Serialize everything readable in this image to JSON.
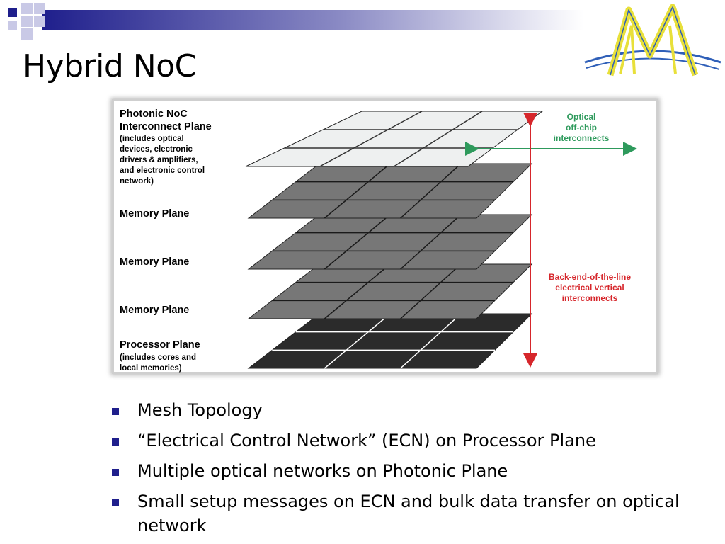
{
  "slide": {
    "title": "Hybrid NoC"
  },
  "figure": {
    "planes": [
      {
        "label_lines": [
          "Photonic NoC",
          "Interconnect Plane"
        ],
        "sub_lines": [
          "(includes optical",
          "devices, electronic",
          "drivers & amplifiers,",
          "and electronic control",
          "network)"
        ]
      },
      {
        "label_lines": [
          "Memory Plane"
        ],
        "sub_lines": []
      },
      {
        "label_lines": [
          "Memory Plane"
        ],
        "sub_lines": []
      },
      {
        "label_lines": [
          "Memory Plane"
        ],
        "sub_lines": []
      },
      {
        "label_lines": [
          "Processor Plane"
        ],
        "sub_lines": [
          "(includes cores and",
          "local memories)"
        ]
      }
    ],
    "optical_annotation": [
      "Optical",
      "off-chip",
      "interconnects"
    ],
    "electrical_annotation": [
      "Back-end-of-the-line",
      "electrical vertical",
      "interconnects"
    ],
    "colors": {
      "photonic_plane": "#eef0f0",
      "memory_plane": "#777777",
      "processor_plane": "#2b2b2b",
      "optical_arrow": "#2e9a5c",
      "electrical_arrow": "#d6262b"
    }
  },
  "bullets": [
    "Mesh Topology",
    "“Electrical Control Network” (ECN) on Processor Plane",
    "Multiple optical networks on Photonic Plane",
    "Small setup messages on ECN and bulk data transfer on optical network"
  ],
  "theme": {
    "bullet_color": "#1f1f8c",
    "banner_dark": "#1f1f8c"
  }
}
